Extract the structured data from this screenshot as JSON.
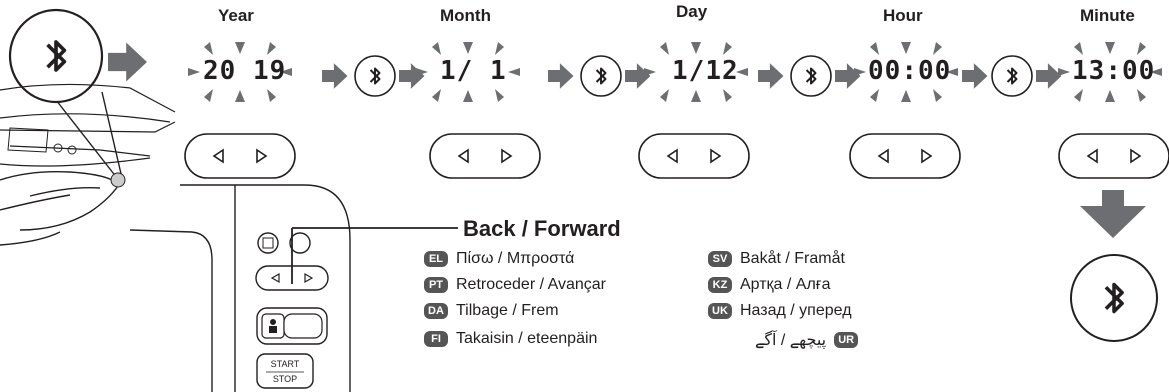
{
  "steps": [
    {
      "label": "Year",
      "display_left": "20",
      "display_right": "19"
    },
    {
      "label": "Month",
      "display_left": "1/",
      "display_right": "1"
    },
    {
      "label": "Day",
      "display_left": "1/",
      "display_right": "12"
    },
    {
      "label": "Hour",
      "display_left": "00",
      "display_right": "00"
    },
    {
      "label": "Minute",
      "display_left": "13",
      "display_right": "00"
    }
  ],
  "callout_title": "Back / Forward",
  "translations": [
    {
      "code": "EL",
      "text": "Πίσω / Μπροστά"
    },
    {
      "code": "PT",
      "text": "Retroceder / Avançar"
    },
    {
      "code": "DA",
      "text": "Tilbage / Frem"
    },
    {
      "code": "FI",
      "text": "Takaisin / eteenpäin"
    },
    {
      "code": "SV",
      "text": "Bakåt / Framåt"
    },
    {
      "code": "KZ",
      "text": "Артқа / Алға"
    },
    {
      "code": "UK",
      "text": "Назад / уперед"
    },
    {
      "code": "UR",
      "text": "پیچھے / آگے"
    }
  ],
  "device": {
    "start_label": "START",
    "stop_label": "STOP"
  },
  "icons": [
    "bluetooth-icon",
    "arrow-right-icon",
    "arrow-down-icon",
    "left-triangle-icon",
    "right-triangle-icon",
    "memo-icon",
    "user-icon"
  ],
  "colors": {
    "ink": "#231f20",
    "arrow_gray": "#6d6e71",
    "badge_gray": "#555555"
  }
}
